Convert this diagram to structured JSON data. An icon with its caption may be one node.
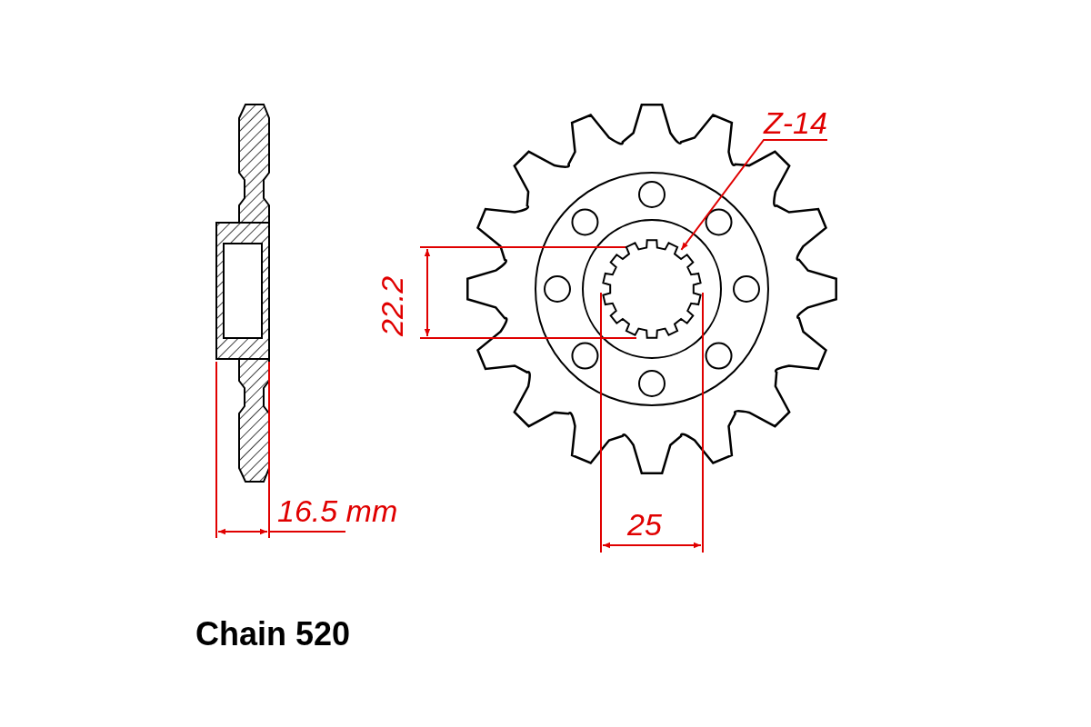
{
  "diagram": {
    "nodes": [
      {
        "text": [
          "Z-14"
        ]
      },
      {
        "text": [],
        "shape": "picture"
      }
    ],
    "edges": [
      {
        "from": 0,
        "to": 1,
        "arrow": "to",
        "color": "#e00000"
      }
    ],
    "labels": [
      "22.2",
      "16.5 mm",
      "25",
      "Chain 520"
    ]
  }
}
